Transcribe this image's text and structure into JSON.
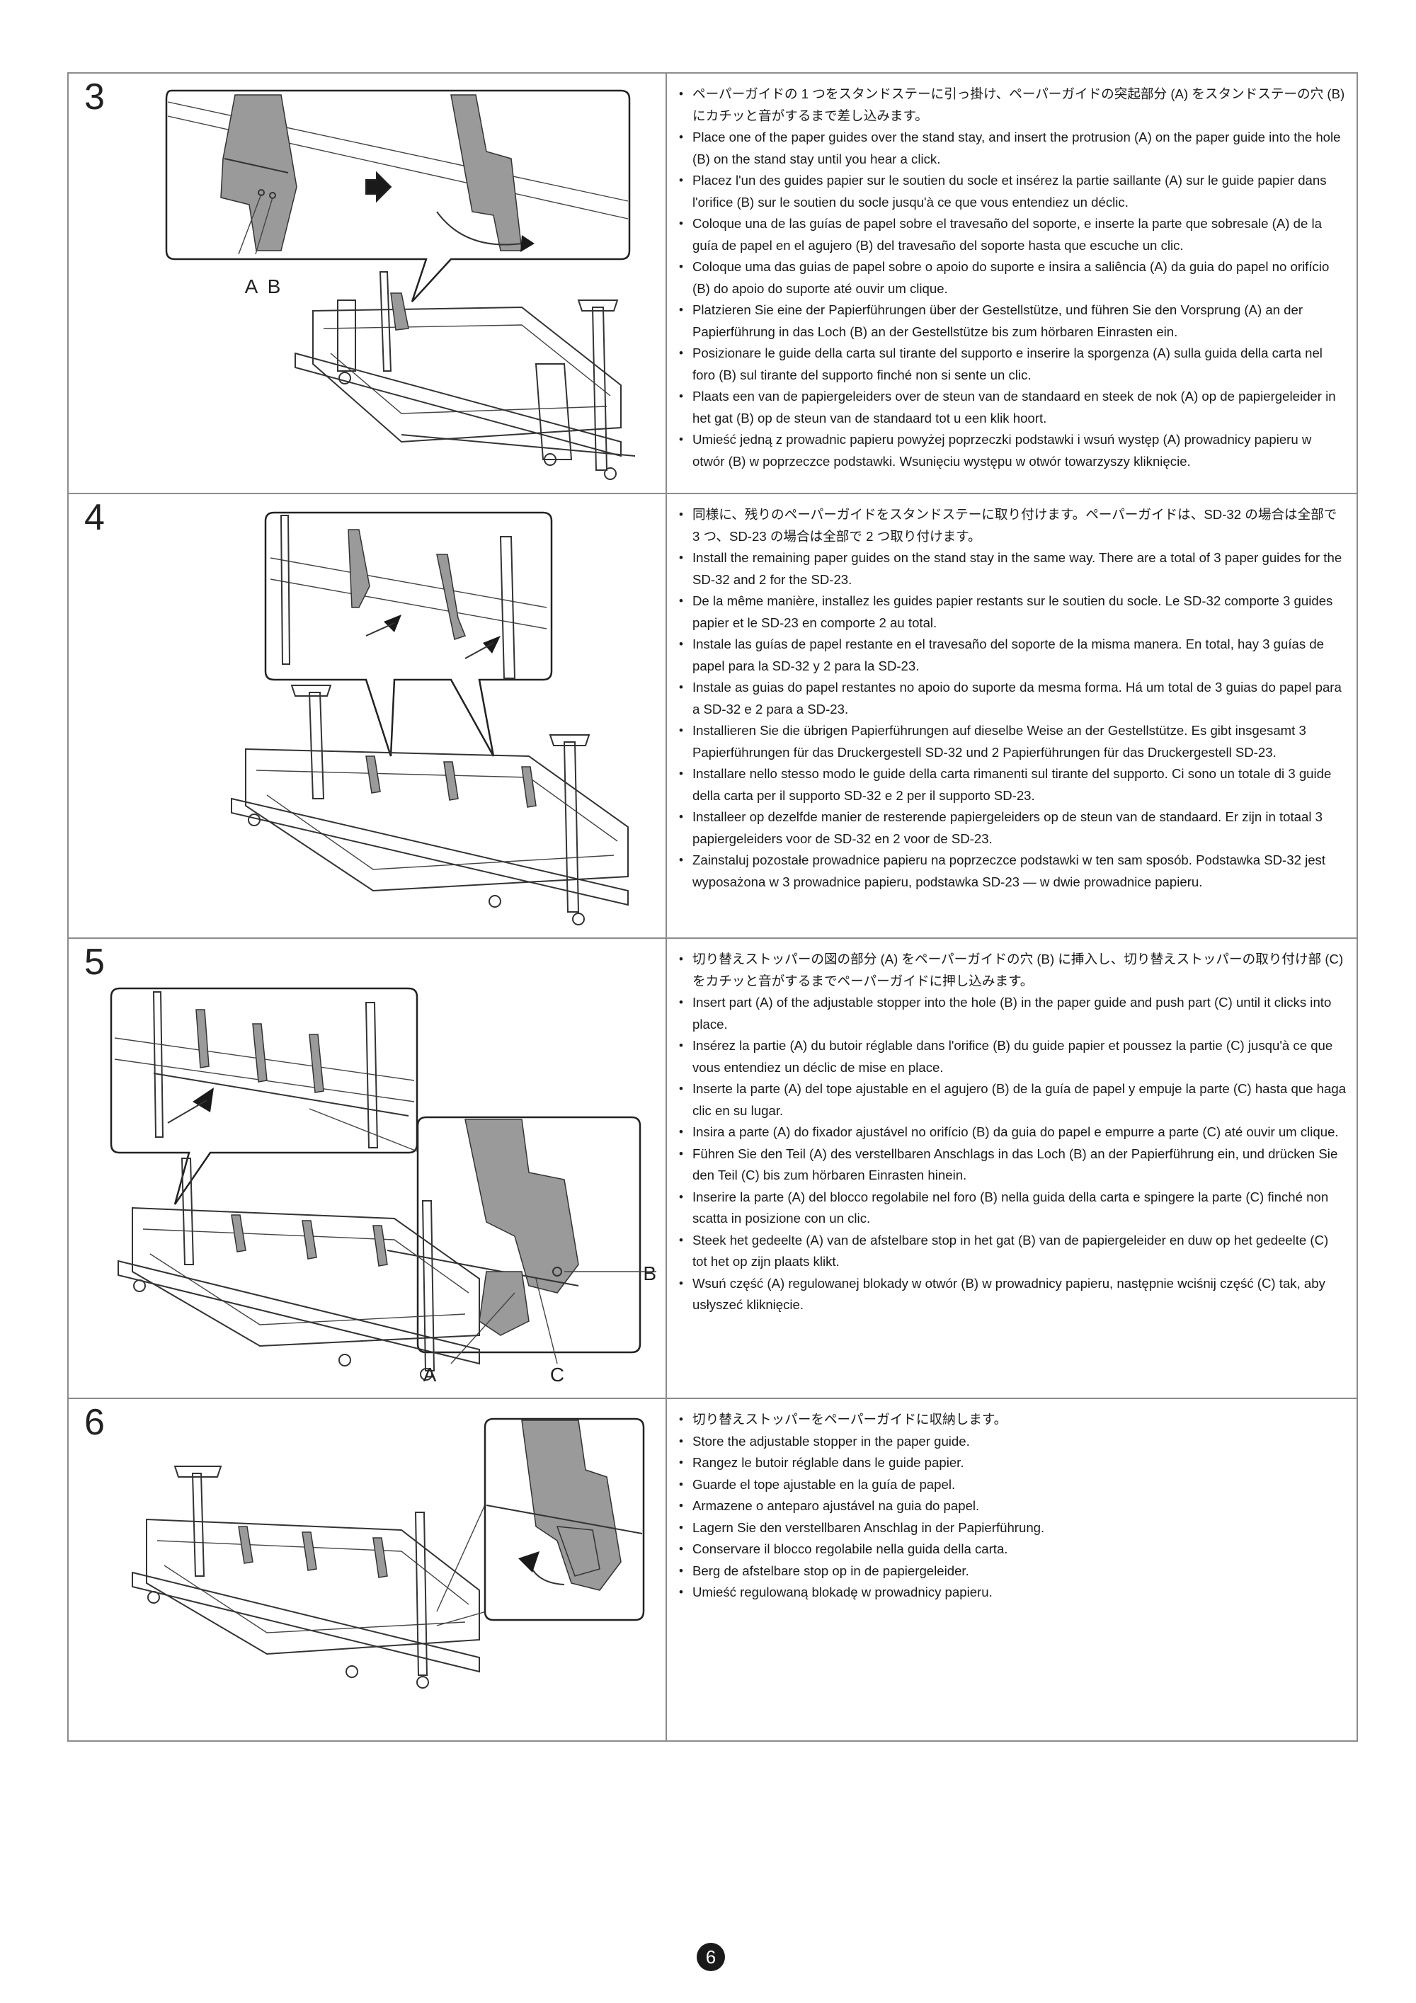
{
  "steps": [
    {
      "number": "3",
      "labels": {
        "a": "A",
        "b": "B"
      },
      "instructions": [
        "ペーパーガイドの 1 つをスタンドステーに引っ掛け、ペーパーガイドの突起部分 (A) をスタンドステーの穴 (B) にカチッと音がするまで差し込みます。",
        "Place one of the paper guides over the stand stay, and insert the protrusion (A) on the paper guide into the hole (B) on the stand stay until you hear a click.",
        "Placez l'un des guides papier sur le soutien du socle et insérez la partie saillante (A) sur le guide papier dans l'orifice (B) sur le soutien du socle jusqu'à ce que vous entendiez un déclic.",
        "Coloque una de las guías de papel sobre el travesaño del soporte, e inserte la parte que sobresale (A) de la guía de papel en el agujero (B) del travesaño del soporte hasta que escuche un clic.",
        "Coloque uma das guias de papel sobre o apoio do suporte e insira a saliência (A) da guia do papel no orifício (B) do apoio do suporte até ouvir um clique.",
        "Platzieren Sie eine der Papierführungen über der Gestellstütze, und führen Sie den Vorsprung (A) an der Papierführung in das Loch (B) an der Gestellstütze bis zum hörbaren Einrasten ein.",
        "Posizionare le guide della carta sul tirante del supporto e inserire la sporgenza (A) sulla guida della carta nel foro (B) sul tirante del supporto finché non si sente un clic.",
        "Plaats een van de papiergeleiders over de steun van de standaard en steek de nok (A) op de papiergeleider in het gat (B) op de steun van de standaard tot u een klik hoort.",
        "Umieść jedną z prowadnic papieru powyżej poprzeczki podstawki i wsuń występ (A) prowadnicy papieru w otwór (B) w poprzeczce podstawki. Wsunięciu występu w otwór towarzyszy kliknięcie."
      ]
    },
    {
      "number": "4",
      "instructions": [
        "同様に、残りのペーパーガイドをスタンドステーに取り付けます。ペーパーガイドは、SD-32 の場合は全部で 3 つ、SD-23 の場合は全部で 2 つ取り付けます。",
        "Install the remaining paper guides on the stand stay in the same way. There are a total of 3 paper guides for the SD-32 and 2 for the SD-23.",
        "De la même manière, installez les guides papier restants sur le soutien du socle. Le SD-32 comporte 3 guides papier et le SD-23 en comporte 2 au total.",
        "Instale las guías de papel restante en el travesaño del soporte de la misma manera. En total, hay 3 guías de papel para la SD-32 y 2 para la SD-23.",
        "Instale as guias do papel restantes no apoio do suporte da mesma forma. Há um total de 3 guias do papel para a SD-32 e 2 para a SD-23.",
        "Installieren Sie die übrigen Papierführungen auf dieselbe Weise an der Gestellstütze. Es gibt insgesamt 3 Papierführungen für das Druckergestell SD-32 und 2 Papierführungen für das Druckergestell SD-23.",
        "Installare nello stesso modo le guide della carta rimanenti sul tirante del supporto. Ci sono un totale di 3 guide della carta per il supporto SD-32 e 2 per il supporto SD-23.",
        "Installeer op dezelfde manier de resterende papiergeleiders op de steun van de standaard. Er zijn in totaal 3 papiergeleiders voor de SD-32 en 2 voor de SD-23.",
        "Zainstaluj pozostałe prowadnice papieru na poprzeczce podstawki w ten sam sposób. Podstawka SD-32 jest wyposażona w 3 prowadnice papieru, podstawka SD-23 — w dwie prowadnice papieru."
      ]
    },
    {
      "number": "5",
      "labels": {
        "a": "A",
        "b": "B",
        "c": "C"
      },
      "instructions": [
        "切り替えストッパーの図の部分 (A) をペーパーガイドの穴 (B) に挿入し、切り替えストッパーの取り付け部 (C) をカチッと音がするまでペーパーガイドに押し込みます。",
        "Insert part (A) of the adjustable stopper into the hole (B) in the paper guide and push part (C) until it clicks into place.",
        "Insérez la partie (A) du butoir réglable dans l'orifice (B) du guide papier et poussez la partie (C) jusqu'à ce que vous entendiez un déclic de mise en place.",
        "Inserte la parte (A) del tope ajustable en el agujero (B) de la guía de papel y empuje la parte (C) hasta que haga clic en su lugar.",
        "Insira a parte (A) do fixador ajustável no orifício (B) da guia do papel e empurre a parte (C) até ouvir um clique.",
        "Führen Sie den Teil (A) des verstellbaren Anschlags in das Loch (B) an der Papierführung ein, und drücken Sie den Teil (C) bis zum hörbaren Einrasten hinein.",
        "Inserire la parte (A) del blocco regolabile nel foro (B) nella guida della carta e spingere la parte (C) finché non scatta in posizione con un clic.",
        "Steek het gedeelte (A) van de afstelbare stop in het gat (B) van de papiergeleider en duw op het gedeelte (C) tot het op zijn plaats klikt.",
        "Wsuń część (A) regulowanej blokady w otwór (B) w prowadnicy papieru, następnie wciśnij część (C) tak, aby usłyszeć kliknięcie."
      ]
    },
    {
      "number": "6",
      "instructions": [
        "切り替えストッパーをペーパーガイドに収納します。",
        "Store the adjustable stopper in the paper guide.",
        "Rangez le butoir réglable dans le guide papier.",
        "Guarde el tope ajustable en la guía de papel.",
        "Armazene o anteparo ajustável na guia do papel.",
        "Lagern Sie den verstellbaren Anschlag in der Papierführung.",
        "Conservare il blocco regolabile nella guida della carta.",
        "Berg de afstelbare stop op in de papiergeleider.",
        "Umieść regulowaną blokadę w prowadnicy papieru."
      ]
    }
  ],
  "page_number": "6"
}
